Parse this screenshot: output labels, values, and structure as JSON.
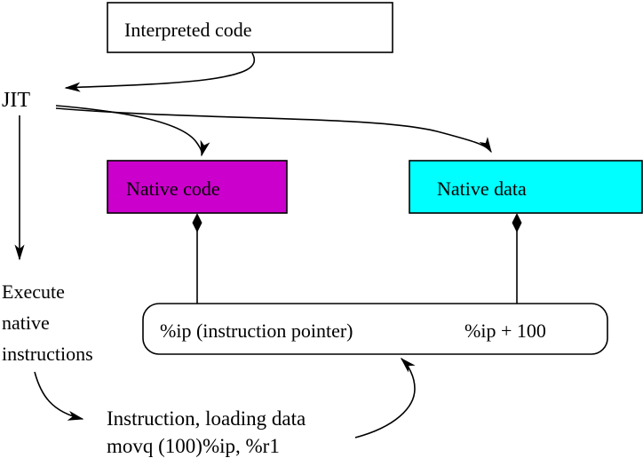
{
  "nodes": {
    "interpreted_code": "Interpreted code",
    "native_code": "Native code",
    "native_data": "Native data",
    "instruction_pointer": "%ip (instruction pointer)",
    "instruction_pointer_offset": "%ip + 100"
  },
  "labels": {
    "jit": "JIT",
    "execute": [
      "Execute",
      "native",
      "instructions"
    ],
    "instruction_caption": "Instruction, loading data",
    "instruction_example": "movq (100)%ip, %r1"
  },
  "colors": {
    "native_code_fill": "#cc00cc",
    "native_data_fill": "#00ffff",
    "plain_box_fill": "#ffffff",
    "line": "#000000"
  }
}
